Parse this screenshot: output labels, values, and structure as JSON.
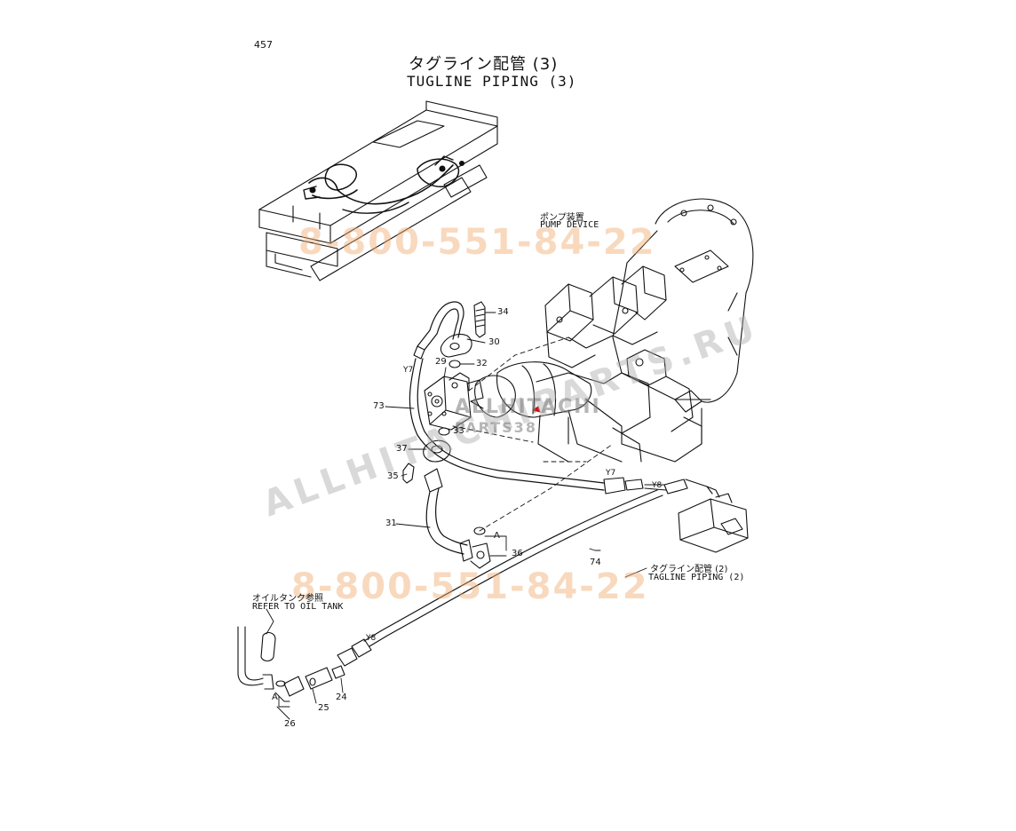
{
  "page_number": "457",
  "title": {
    "jp": "タグライン配管 (3)",
    "en": "TUGLINE PIPING (3)"
  },
  "callouts": {
    "pump_jp": "ポンプ装置",
    "pump_en": "PUMP DEVICE",
    "tugline2_jp": "タグライン配管 (2)",
    "tugline2_en": "TAGLINE PIPING (2)",
    "oiltank_jp": "オイルタンク参照",
    "oiltank_en": "REFER TO OIL TANK"
  },
  "part_numbers": {
    "p34": "34",
    "p30": "30",
    "p32": "32",
    "p29": "29",
    "p73": "73",
    "p33": "33",
    "p37": "37",
    "p35": "35",
    "p31": "31",
    "p36": "36",
    "p74": "74",
    "p24": "24",
    "p25": "25",
    "p26": "26"
  },
  "connection_marks": {
    "y7_left": "Y7",
    "y7_right": "Y7",
    "y8_right": "Y8",
    "y8_left": "Y8",
    "a_mid": "A",
    "a_low": "A"
  },
  "watermarks": {
    "phone_top": "8-800-551-84-22",
    "phone_bottom": "8-800-551-84-22",
    "site_diag": "ALLHITACHIPARTS.RU",
    "site_center": "ALLHITACHI",
    "site_center2": "PARTS38"
  }
}
